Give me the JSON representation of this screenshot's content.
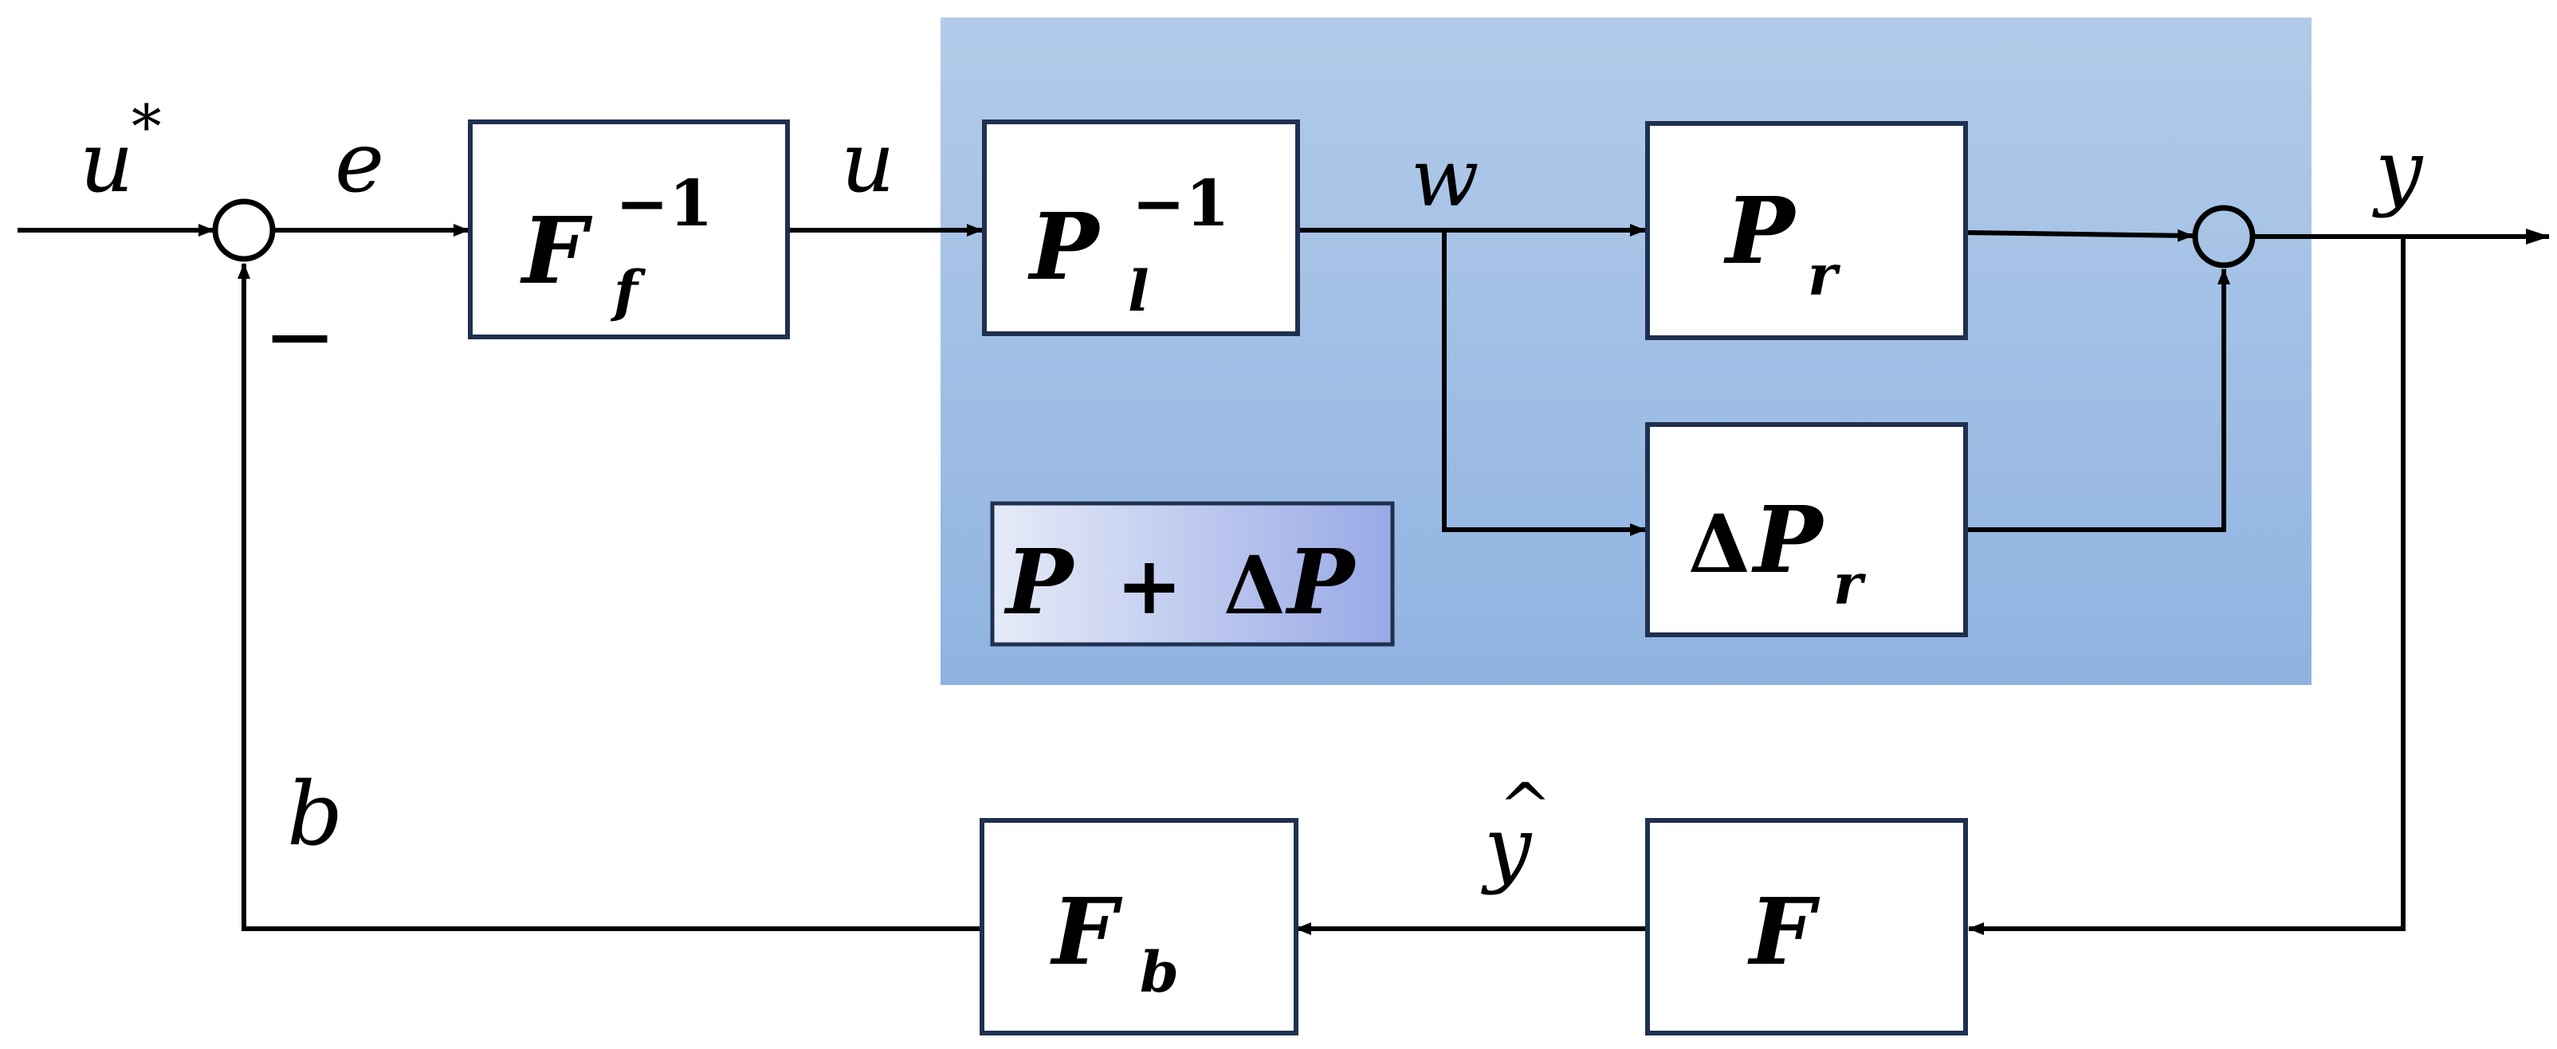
{
  "signals": {
    "u_star_base": "u",
    "u_star_sup": "*",
    "e": "e",
    "u": "u",
    "w": "w",
    "y": "y",
    "y_hat": "y",
    "y_hat_accent": "^",
    "b": "b",
    "minus": "−"
  },
  "blocks": {
    "ff_inv": {
      "base": "F",
      "sub": "f",
      "sup": "−1"
    },
    "pl_inv": {
      "base": "P",
      "sub": "l",
      "sup": "−1"
    },
    "pr": {
      "base": "P",
      "sub": "r"
    },
    "dpr": {
      "delta": "Δ",
      "base": "P",
      "sub": "r"
    },
    "f": {
      "base": "F"
    },
    "fb": {
      "base": "F",
      "sub": "b"
    }
  },
  "region": {
    "label_p": "P",
    "label_plus": "+",
    "label_delta": "Δ",
    "label_p2": "P"
  },
  "colors": {
    "line": "#000000",
    "block_border": "#1f3050",
    "region_top": "#b3cbe9",
    "region_bottom": "#8fb3e1",
    "label_grad_left": "#e6ebf8",
    "label_grad_right": "#98a9e6"
  }
}
